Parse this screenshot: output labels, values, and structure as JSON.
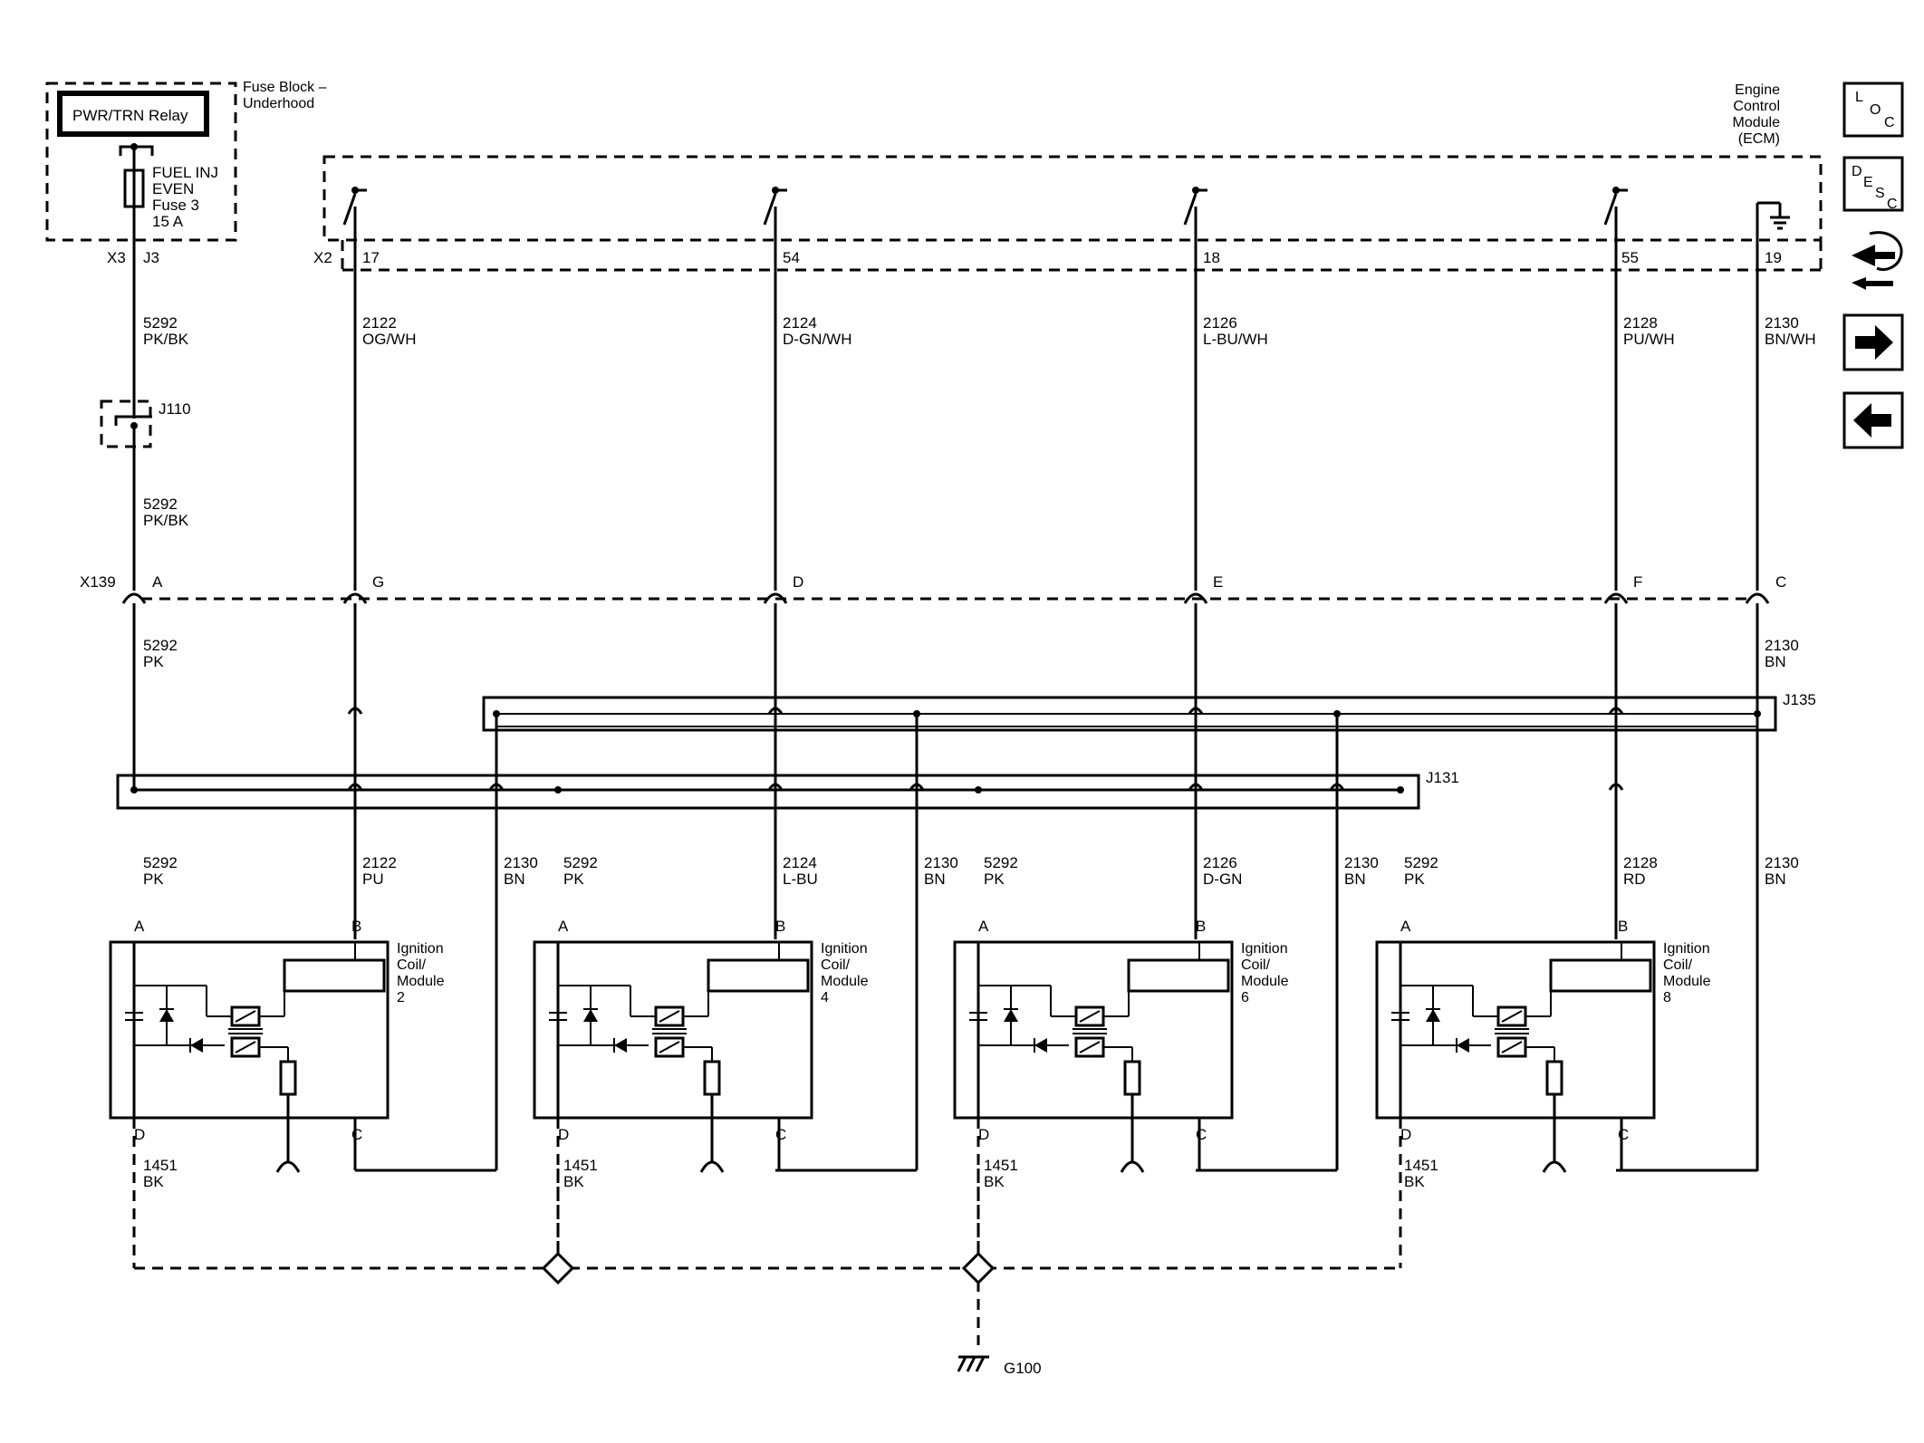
{
  "fuse_block": {
    "title_line1": "Fuse Block –",
    "title_line2": "Underhood",
    "relay_label": "PWR/TRN Relay",
    "fuse_line1": "FUEL INJ",
    "fuse_line2": "EVEN",
    "fuse_line3": "Fuse 3",
    "fuse_line4": "15 A",
    "connector": "X3",
    "pin": "J3"
  },
  "ecm": {
    "line1": "Engine",
    "line2": "Control",
    "line3": "Module",
    "line4": "(ECM)",
    "connector": "X2",
    "pins": [
      "17",
      "54",
      "18",
      "55",
      "19"
    ]
  },
  "splices": {
    "j110": "J110",
    "j131": "J131",
    "j135": "J135"
  },
  "inline_connector": {
    "name": "X139",
    "pins": [
      "A",
      "G",
      "D",
      "E",
      "F",
      "C"
    ]
  },
  "upper_wires": [
    {
      "circuit": "5292",
      "color": "PK/BK"
    },
    {
      "circuit": "2122",
      "color": "OG/WH"
    },
    {
      "circuit": "2124",
      "color": "D-GN/WH"
    },
    {
      "circuit": "2126",
      "color": "L-BU/WH"
    },
    {
      "circuit": "2128",
      "color": "PU/WH"
    },
    {
      "circuit": "2130",
      "color": "BN/WH"
    }
  ],
  "mid_wire_j110": {
    "circuit": "5292",
    "color": "PK/BK"
  },
  "post_x139_wires": [
    {
      "circuit": "5292",
      "color": "PK"
    },
    {
      "circuit": "2130",
      "color": "BN"
    }
  ],
  "coil_wires": [
    {
      "circuit": "5292",
      "color": "PK"
    },
    {
      "circuit": "2122",
      "color": "PU"
    },
    {
      "circuit": "2130",
      "color": "BN"
    },
    {
      "circuit": "5292",
      "color": "PK"
    },
    {
      "circuit": "2124",
      "color": "L-BU"
    },
    {
      "circuit": "2130",
      "color": "BN"
    },
    {
      "circuit": "5292",
      "color": "PK"
    },
    {
      "circuit": "2126",
      "color": "D-GN"
    },
    {
      "circuit": "2130",
      "color": "BN"
    },
    {
      "circuit": "5292",
      "color": "PK"
    },
    {
      "circuit": "2128",
      "color": "RD"
    },
    {
      "circuit": "2130",
      "color": "BN"
    }
  ],
  "coils": [
    {
      "line1": "Ignition",
      "line2": "Coil/",
      "line3": "Module",
      "line4": "2",
      "pin_a": "A",
      "pin_b": "B",
      "pin_c": "C",
      "pin_d": "D"
    },
    {
      "line1": "Ignition",
      "line2": "Coil/",
      "line3": "Module",
      "line4": "4",
      "pin_a": "A",
      "pin_b": "B",
      "pin_c": "C",
      "pin_d": "D"
    },
    {
      "line1": "Ignition",
      "line2": "Coil/",
      "line3": "Module",
      "line4": "6",
      "pin_a": "A",
      "pin_b": "B",
      "pin_c": "C",
      "pin_d": "D"
    },
    {
      "line1": "Ignition",
      "line2": "Coil/",
      "line3": "Module",
      "line4": "8",
      "pin_a": "A",
      "pin_b": "B",
      "pin_c": "C",
      "pin_d": "D"
    }
  ],
  "ground_wires": [
    {
      "circuit": "1451",
      "color": "BK"
    },
    {
      "circuit": "1451",
      "color": "BK"
    },
    {
      "circuit": "1451",
      "color": "BK"
    },
    {
      "circuit": "1451",
      "color": "BK"
    }
  ],
  "ground": "G100",
  "nav": {
    "loc_icon": "L O C",
    "desc_icon": "D E S C",
    "loc_letters": [
      "L",
      "O",
      "C"
    ],
    "desc_letters": [
      "D",
      "E",
      "S",
      "C"
    ]
  }
}
